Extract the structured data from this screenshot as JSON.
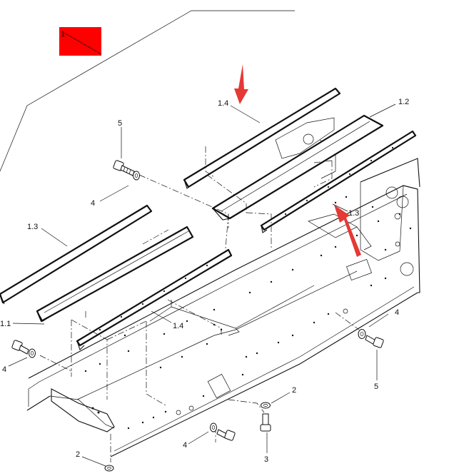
{
  "accent_color": "#ff0000",
  "callout_color": "#e53935",
  "badge": {
    "label": "1"
  },
  "callouts": {
    "c1_4_top": "1.4",
    "c1_2": "1.2",
    "c5_top": "5",
    "c4_top": "4",
    "c1_3_left": "1.3",
    "c1_3_right": "1.3",
    "c4_right": "4",
    "c1_1": "1.1",
    "c1_4_mid": "1.4",
    "c4_left": "4",
    "c5_right": "5",
    "c2_mid": "2",
    "c2_bottom": "2",
    "c4_bottom": "4",
    "c3": "3"
  }
}
